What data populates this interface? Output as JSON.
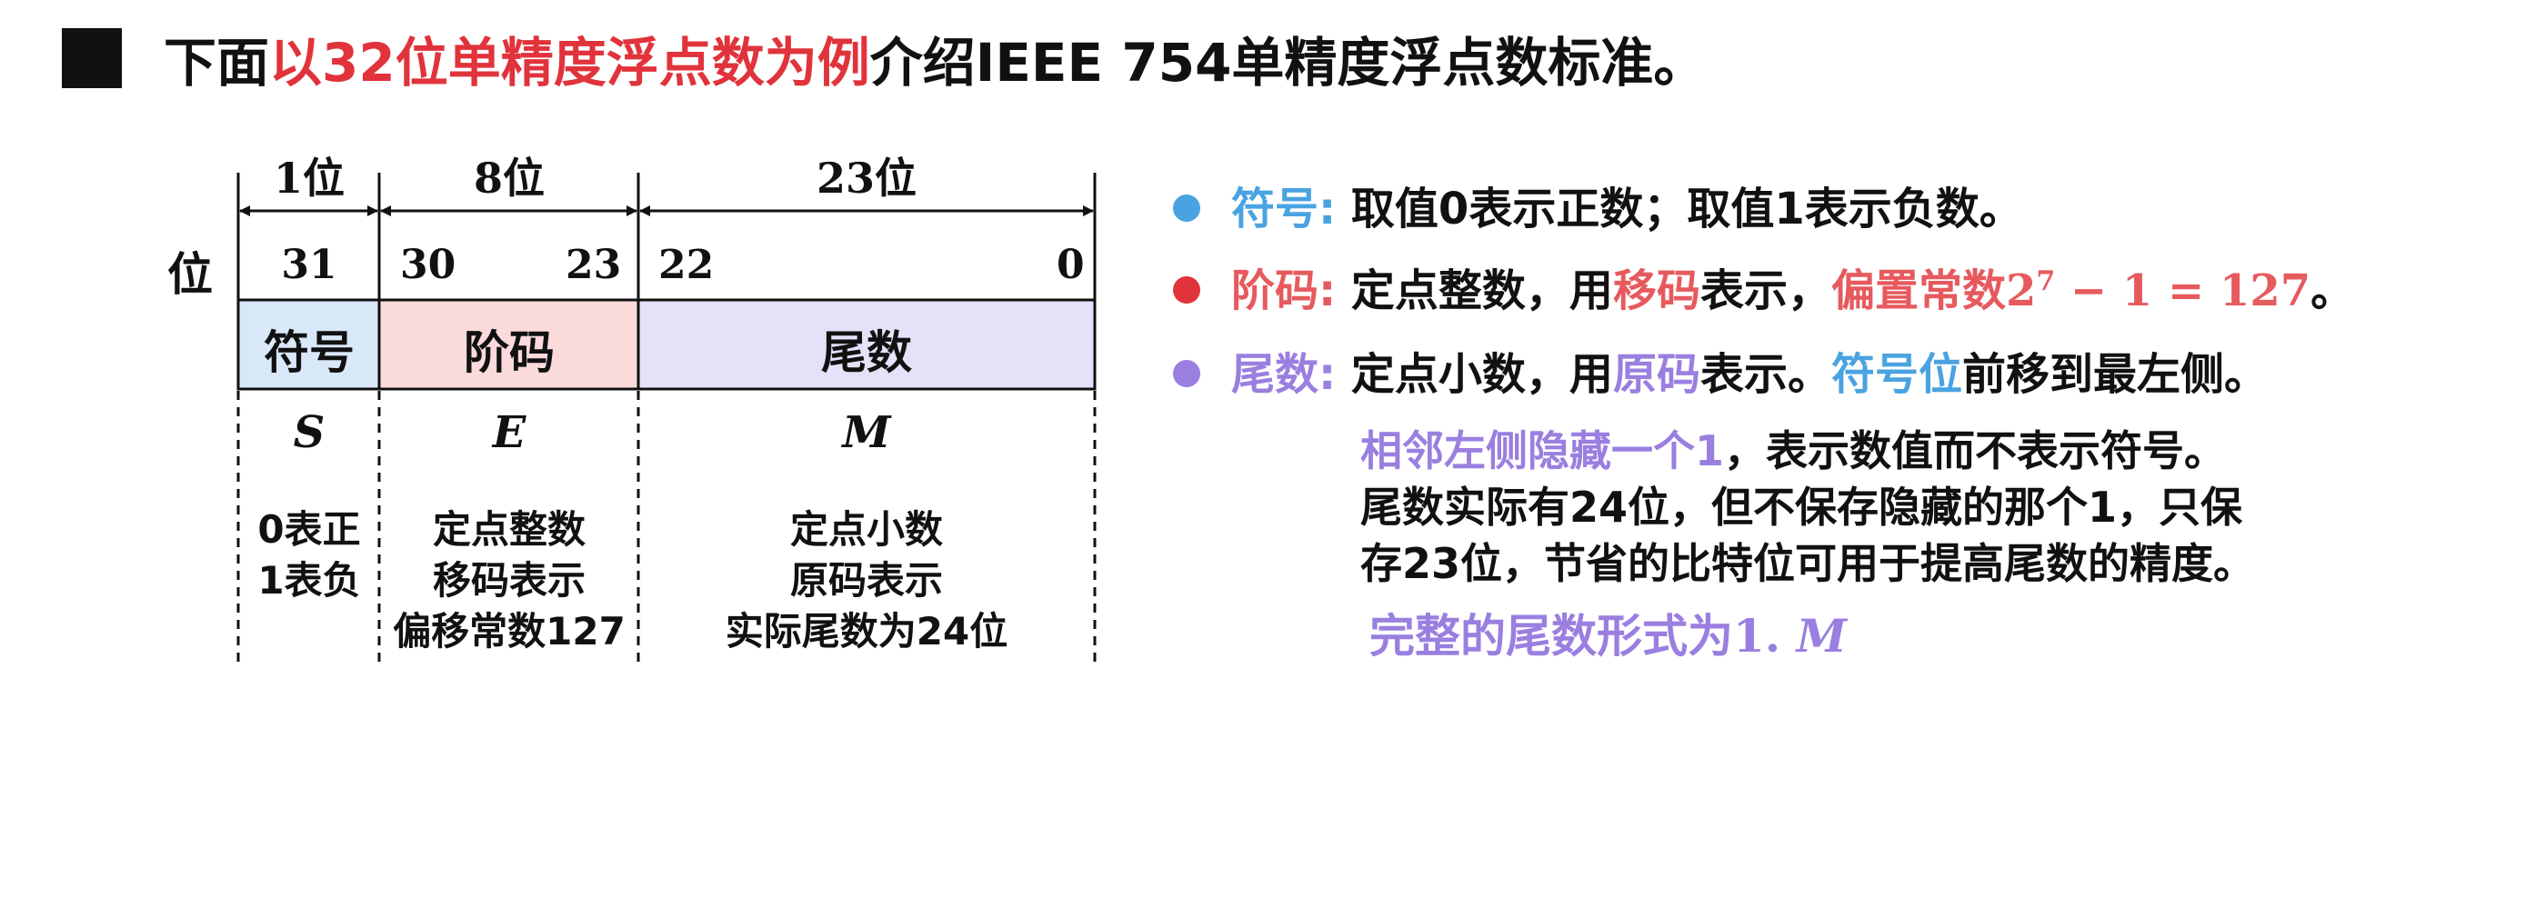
{
  "header": {
    "prefix": "下面",
    "highlight": "以32位单精度浮点数为例",
    "suffix": "介绍IEEE 754单精度浮点数标准。"
  },
  "diagram": {
    "row_label": "位",
    "widths": [
      "1位",
      "8位",
      "23位"
    ],
    "bit_indices": {
      "sign": "31",
      "exp_hi": "30",
      "exp_lo": "23",
      "man_hi": "22",
      "man_lo": "0"
    },
    "fields": [
      {
        "label": "符号",
        "symbol": "S",
        "desc": [
          "0表正",
          "1表负"
        ],
        "color": "#d8e8f8"
      },
      {
        "label": "阶码",
        "symbol": "E",
        "desc": [
          "定点整数",
          "移码表示",
          "偏移常数127"
        ],
        "color": "#fbdadb"
      },
      {
        "label": "尾数",
        "symbol": "M",
        "desc": [
          "定点小数",
          "原码表示",
          "实际尾数为24位"
        ],
        "color": "#e6e0f8"
      }
    ]
  },
  "bullets": {
    "sign": {
      "label": "符号:",
      "text": "取值0表示正数；取值1表示负数。",
      "color": "#4aa3e0"
    },
    "exponent": {
      "label": "阶码:",
      "text1": "定点整数，用",
      "hl1": "移码",
      "text2": "表示，",
      "hl2": "偏置常数",
      "formula_base": "2",
      "formula_exp": "7",
      "formula_rest": " − 1 = 127",
      "end": "。",
      "color": "#e0333b"
    },
    "mantissa": {
      "label": "尾数:",
      "text1": "定点小数，用",
      "hl1": "原码",
      "text2": "表示。",
      "hl2": "符号位",
      "text3": "前移到最左侧。",
      "line2_hl": "相邻左侧隐藏一个1",
      "line2_rest": "，表示数值而不表示符号。",
      "line3": "尾数实际有24位，但不保存隐藏的那个1，只保",
      "line4": "存23位，节省的比特位可用于提高尾数的精度。",
      "line5": "完整的尾数形式为",
      "line5_math": "1.",
      "line5_var": "M",
      "color": "#9a7fe0"
    }
  }
}
